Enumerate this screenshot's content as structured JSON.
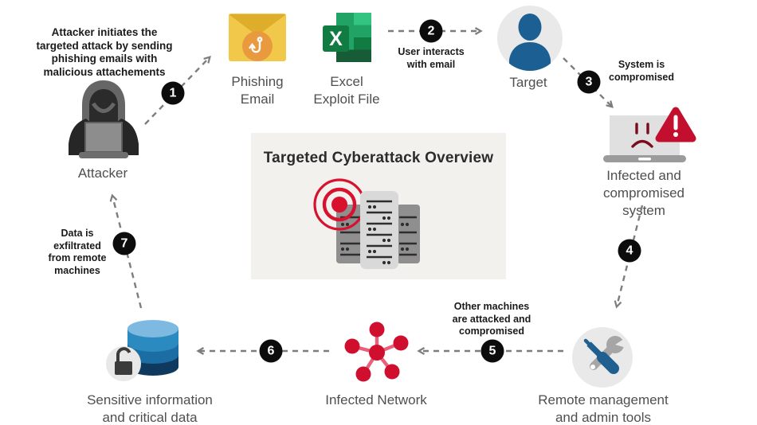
{
  "title": "Targeted Cyberattack Overview",
  "nodes": {
    "attacker": {
      "label": "Attacker"
    },
    "phishing_email": {
      "label": "Phishing\nEmail"
    },
    "excel": {
      "label": "Excel\nExploit File",
      "icon_letter": "X"
    },
    "target": {
      "label": "Target"
    },
    "infected_system": {
      "label": "Infected and\ncompromised system"
    },
    "remote_tools": {
      "label": "Remote management\nand admin tools"
    },
    "infected_network": {
      "label": "Infected Network"
    },
    "database": {
      "label": "Sensitive information\nand critical data"
    }
  },
  "steps": [
    {
      "number": "1",
      "caption": "Attacker initiates the\ntargeted attack by sending\nphishing emails with\nmalicious attachements"
    },
    {
      "number": "2",
      "caption": "User interacts\nwith email"
    },
    {
      "number": "3",
      "caption": "System is\ncompromised"
    },
    {
      "number": "4",
      "caption": ""
    },
    {
      "number": "5",
      "caption": "Other machines\nare attacked and\ncompromised"
    },
    {
      "number": "6",
      "caption": ""
    },
    {
      "number": "7",
      "caption": "Data is\nexfiltrated\nfrom remote\nmachines"
    }
  ],
  "colors": {
    "accent_red": "#c9102f",
    "network_red": "#d00f2f",
    "badge_black": "#0c0c0c",
    "arrow_gray": "#7d7d7d",
    "box_gray": "#f2f1ee",
    "label_gray": "#4f4f51",
    "email_yellow": "#f2c84b",
    "email_flap_gold": "#ddad2b",
    "email_orange": "#e9993e",
    "excel_green": "#107c41",
    "target_blue": "#1c6093",
    "db_blue_top": "#7db9e0",
    "tools_blue": "#1f6090",
    "icon_gray": "#a6a6a6"
  }
}
